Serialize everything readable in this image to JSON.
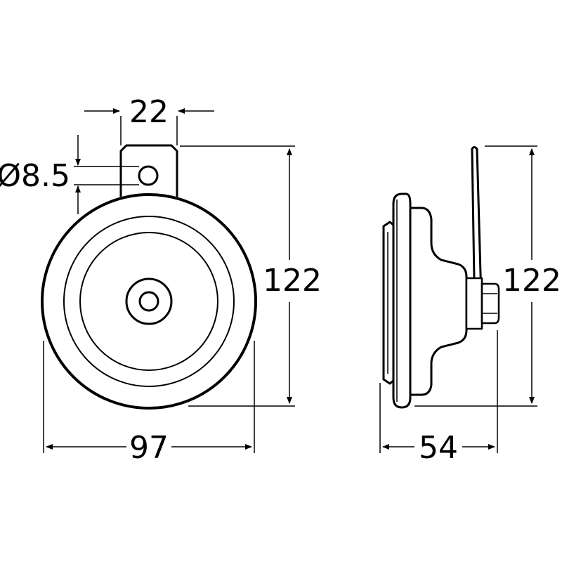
{
  "dimensions": {
    "tab_width": "22",
    "hole_diameter": "Ø8.5",
    "front_height": "122",
    "front_width": "97",
    "side_height": "122",
    "side_depth": "54"
  },
  "colors": {
    "line": "#000000",
    "background": "#ffffff"
  }
}
